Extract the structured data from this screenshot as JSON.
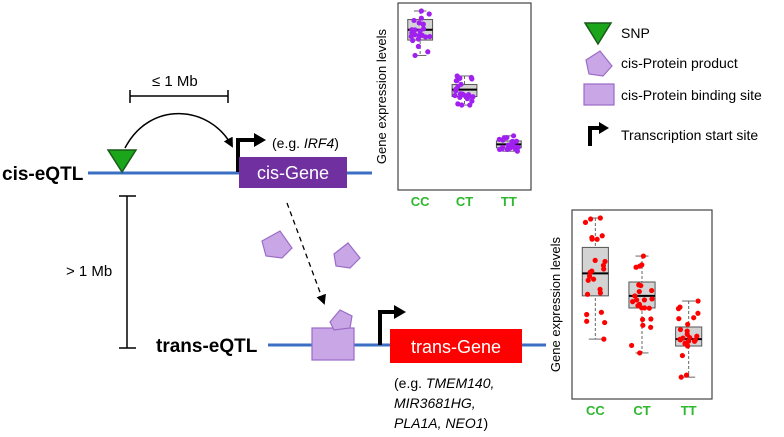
{
  "labels": {
    "cis_eqtl": "cis-eQTL",
    "trans_eqtl": "trans-eQTL",
    "dist_cis": "≤ 1 Mb",
    "dist_trans": "> 1 Mb",
    "cis_gene": "cis-Gene",
    "trans_gene": "trans-Gene",
    "cis_example_pre": "(e.g. ",
    "cis_example_gene": "IRF4",
    "cis_example_post": ")",
    "trans_example_line1_pre": "(e.g. ",
    "trans_example_line1_gene": "TMEM140,",
    "trans_example_line2": "MIR3681HG,",
    "trans_example_line3_gene": "PLA1A, NEO1",
    "trans_example_line3_post": ")"
  },
  "legend": {
    "snp": "SNP",
    "protein_product": "cis-Protein product",
    "binding_site": "cis-Protein binding site",
    "tss": "Transcription start site"
  },
  "colors": {
    "chromosome": "#3a6fc4",
    "snp": "#1aa51a",
    "protein": "#c9a6e6",
    "protein_stroke": "#9b6cc7",
    "cis_gene": "#7030a0",
    "trans_gene": "#ff0000",
    "genotype_label": "#2db82d",
    "cis_points": "#a020f0",
    "trans_points": "#ff0000"
  },
  "boxplots": [
    {
      "name": "cis",
      "ylabel": "Gene expression levels",
      "genotypes": [
        "CC",
        "CT",
        "TT"
      ],
      "point_color": "#a020f0",
      "stats": [
        {
          "min": 0.74,
          "q1": 0.83,
          "median": 0.89,
          "q3": 0.95,
          "max": 1.0
        },
        {
          "min": 0.45,
          "q1": 0.5,
          "median": 0.54,
          "q3": 0.57,
          "max": 0.62
        },
        {
          "min": 0.18,
          "q1": 0.2,
          "median": 0.22,
          "q3": 0.24,
          "max": 0.27
        }
      ]
    },
    {
      "name": "trans",
      "ylabel": "Gene expression levels",
      "genotypes": [
        "CC",
        "CT",
        "TT"
      ],
      "point_color": "#ff0000",
      "stats": [
        {
          "min": 0.3,
          "q1": 0.55,
          "median": 0.68,
          "q3": 0.83,
          "max": 1.0
        },
        {
          "min": 0.22,
          "q1": 0.48,
          "median": 0.55,
          "q3": 0.63,
          "max": 0.78
        },
        {
          "min": 0.08,
          "q1": 0.26,
          "median": 0.3,
          "q3": 0.37,
          "max": 0.52
        }
      ]
    }
  ]
}
